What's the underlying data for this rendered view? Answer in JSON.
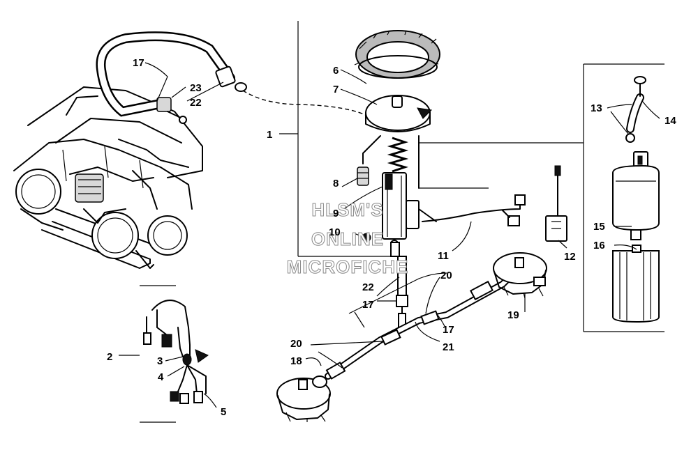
{
  "watermark": {
    "line1": "HLSM'S",
    "line2": "ONLINE",
    "line3": "MICROFICHE"
  },
  "labels": {
    "l1": "1",
    "l2": "2",
    "l3": "3",
    "l4": "4",
    "l5": "5",
    "l6": "6",
    "l7": "7",
    "l8": "8",
    "l9": "9",
    "l10": "10",
    "l11": "11",
    "l12": "12",
    "l13": "13",
    "l14": "14",
    "l15": "15",
    "l16": "16",
    "l17a": "17",
    "l17b": "17",
    "l17c": "17",
    "l18": "18",
    "l19": "19",
    "l20a": "20",
    "l20b": "20",
    "l21": "21",
    "l22a": "22",
    "l22b": "22",
    "l23": "23"
  },
  "colors": {
    "ink": "#000000",
    "paper": "#ffffff"
  }
}
